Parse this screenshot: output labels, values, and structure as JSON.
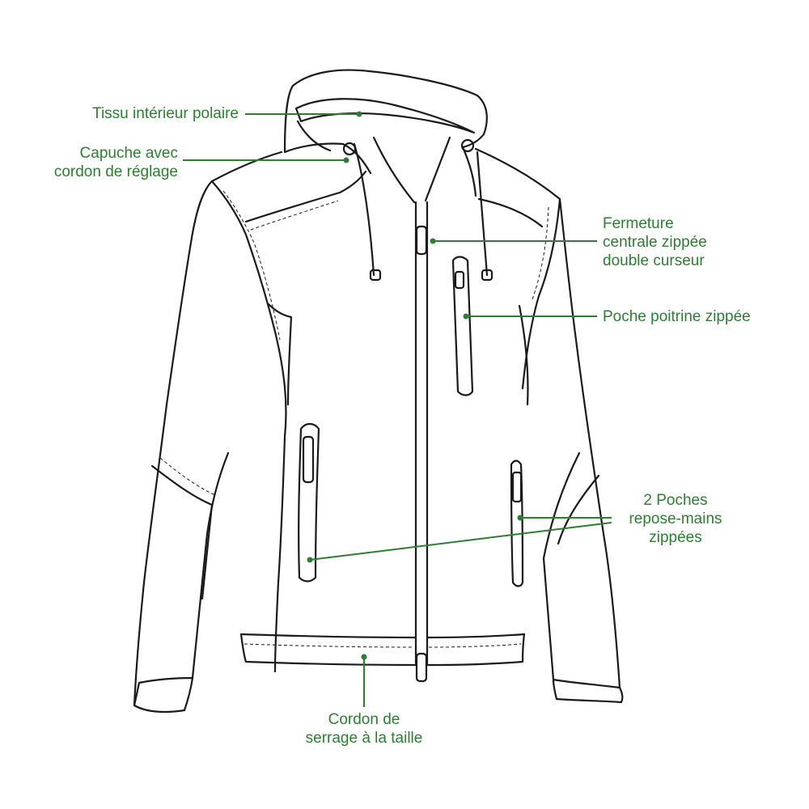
{
  "colors": {
    "accent": "#2e7d32",
    "outline": "#1a1a1a",
    "background": "#ffffff"
  },
  "labels": {
    "fleece": [
      "Tissu intérieur polaire"
    ],
    "hood": [
      "Capuche avec",
      "cordon de réglage"
    ],
    "zipper": [
      "Fermeture",
      "centrale zippée",
      "double curseur"
    ],
    "chest_pocket": [
      "Poche poitrine zippée"
    ],
    "hand_pockets": [
      "2 Poches",
      "repose-mains",
      "zippées"
    ],
    "waist_cord": [
      "Cordon de",
      "serrage à la taille"
    ]
  }
}
